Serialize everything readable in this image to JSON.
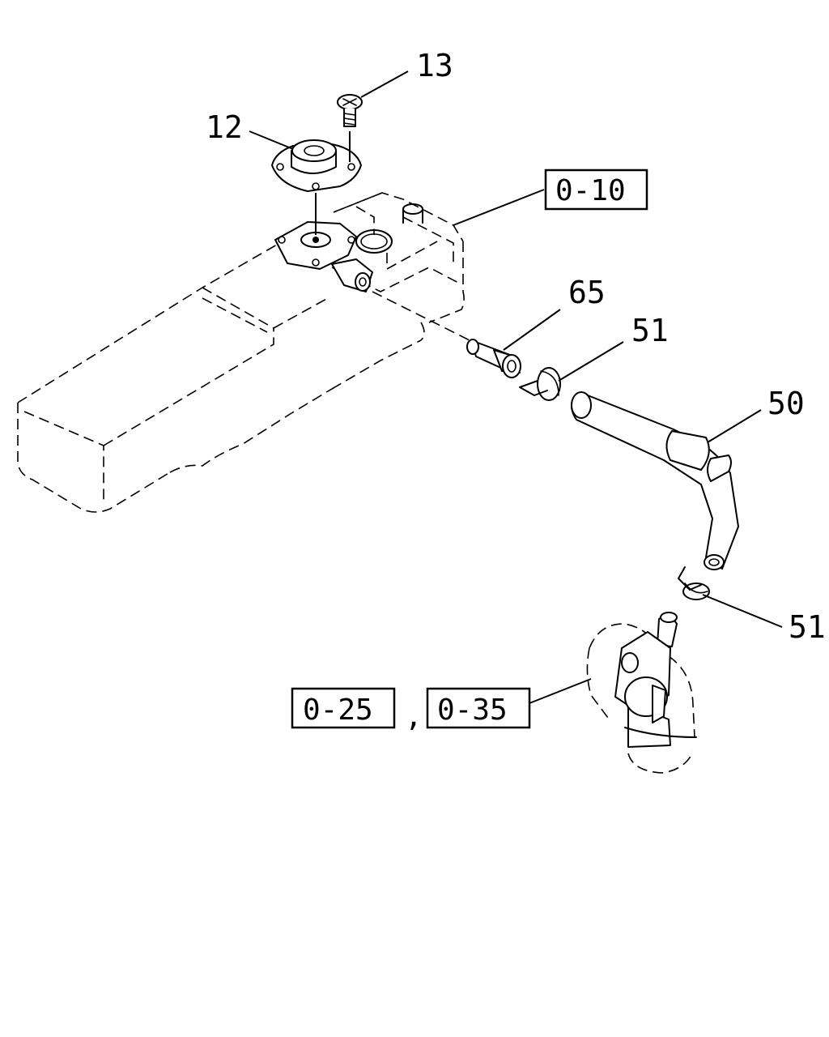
{
  "callouts": {
    "c13": "13",
    "c12": "12",
    "c65": "65",
    "c51_upper": "51",
    "c50": "50",
    "c51_lower": "51"
  },
  "references": {
    "r010": "0-10",
    "r025": "0-25",
    "separator": ",",
    "r035": "0-35"
  }
}
